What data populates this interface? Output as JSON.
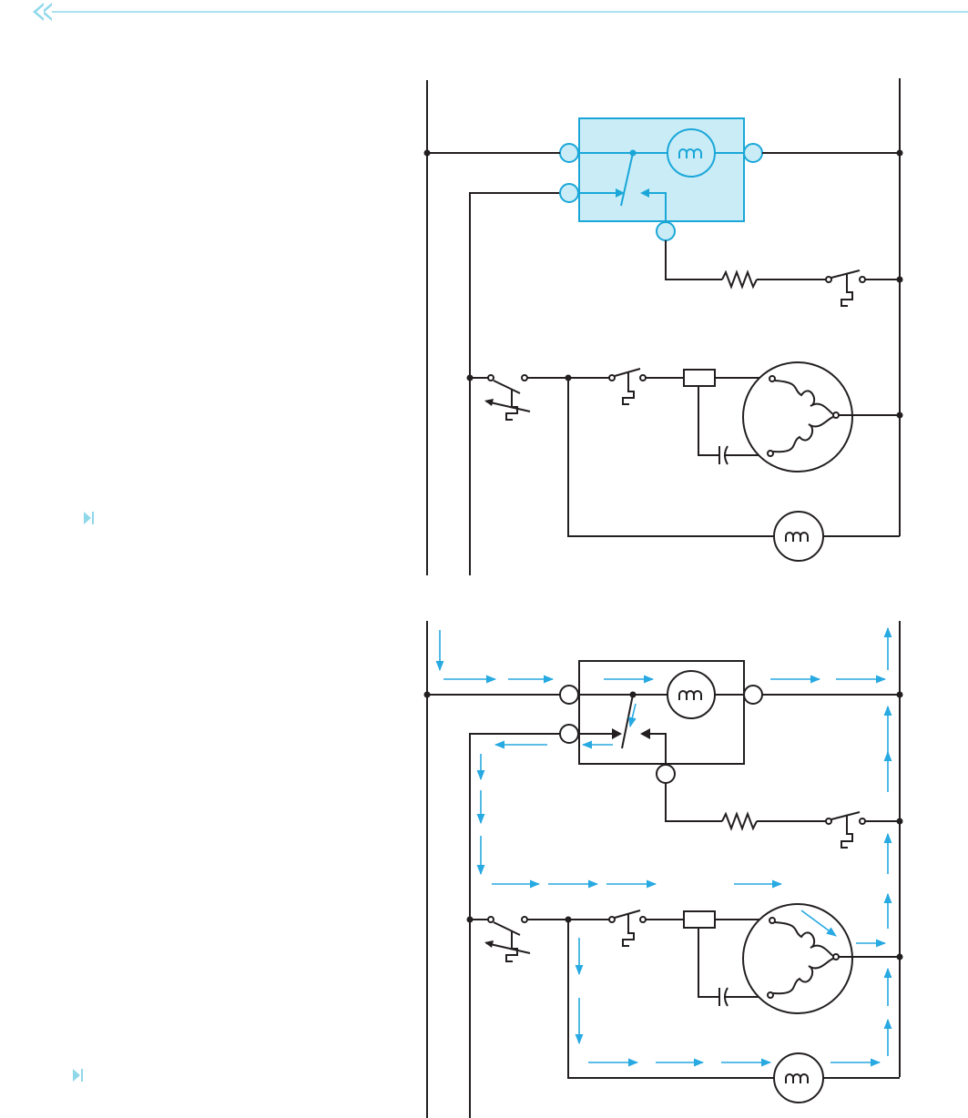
{
  "header": {
    "nav_icon": "double-chevron-left-icon",
    "rule_color": "#8fd8ea"
  },
  "colors": {
    "wire": "#231f20",
    "highlight_fill": "#c9ecf7",
    "highlight_stroke": "#1aa7d8",
    "flow_arrow": "#27a9e1"
  },
  "diagram_top": {
    "components": [
      "relay",
      "relay-coil",
      "relay-contact",
      "resistor",
      "thermostat-switch",
      "overload-switch",
      "pressure-switch",
      "run-capacitor",
      "compressor-motor",
      "fan-motor"
    ],
    "highlighted": "relay",
    "marker_icon": "play-end-icon"
  },
  "diagram_bottom": {
    "components": [
      "relay",
      "relay-coil",
      "relay-contact",
      "resistor",
      "thermostat-switch",
      "overload-switch",
      "pressure-switch",
      "run-capacitor",
      "compressor-motor",
      "fan-motor"
    ],
    "shows_current_flow": true,
    "marker_icon": "play-end-icon"
  }
}
